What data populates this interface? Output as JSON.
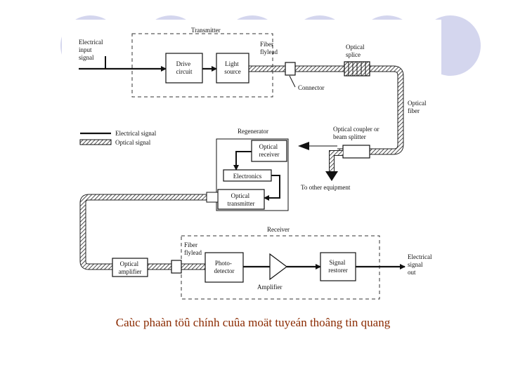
{
  "diagram": {
    "transmitter": "Transmitter",
    "electrical_input": [
      "Electrical",
      "input",
      "signal"
    ],
    "drive_circuit": [
      "Drive",
      "circuit"
    ],
    "light_source": [
      "Light",
      "source"
    ],
    "fiber_flylead_top": [
      "Fiber",
      "flylead"
    ],
    "connector": "Connector",
    "optical_splice": [
      "Optical",
      "splice"
    ],
    "optical_fiber": [
      "Optical",
      "fiber"
    ],
    "legend_electrical": "Electrical signal",
    "legend_optical": "Optical signal",
    "regenerator": "Regenerator",
    "optical_receiver": [
      "Optical",
      "receiver"
    ],
    "electronics": "Electronics",
    "optical_transmitter": [
      "Optical",
      "transmitter"
    ],
    "coupler": [
      "Optical coupler or",
      "beam splitter"
    ],
    "other_equipment": "To other equipment",
    "receiver": "Receiver",
    "fiber_flylead_bottom": [
      "Fiber",
      "flylead"
    ],
    "optical_amplifier": [
      "Optical",
      "amplifier"
    ],
    "photodetector": [
      "Photo-",
      "detector"
    ],
    "amplifier": "Amplifier",
    "signal_restorer": [
      "Signal",
      "restorer"
    ],
    "electrical_output": [
      "Electrical",
      "signal",
      "out"
    ]
  },
  "caption": "Caùc phaàn töû chính cuûa moät tuyeán thoâng tin quang",
  "colors": {
    "caption": "#8a2a00",
    "decoration": "#d4d6ee"
  }
}
